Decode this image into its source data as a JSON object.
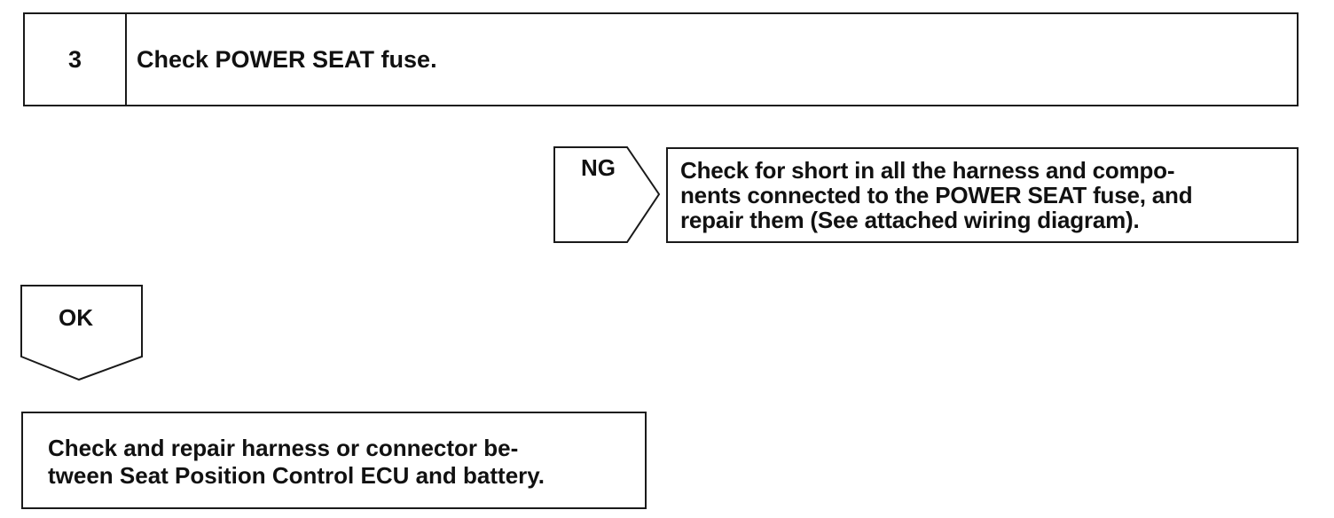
{
  "step": {
    "number": "3",
    "title": "Check POWER SEAT fuse."
  },
  "ng_branch": {
    "label": "NG",
    "action_lines": [
      "Check for short in all the harness and compo-",
      "nents connected to the POWER SEAT fuse, and",
      "repair them (See attached wiring diagram)."
    ]
  },
  "ok_branch": {
    "label": "OK",
    "action_lines": [
      "Check and repair harness or connector be-",
      "tween Seat Position Control ECU and battery."
    ]
  }
}
